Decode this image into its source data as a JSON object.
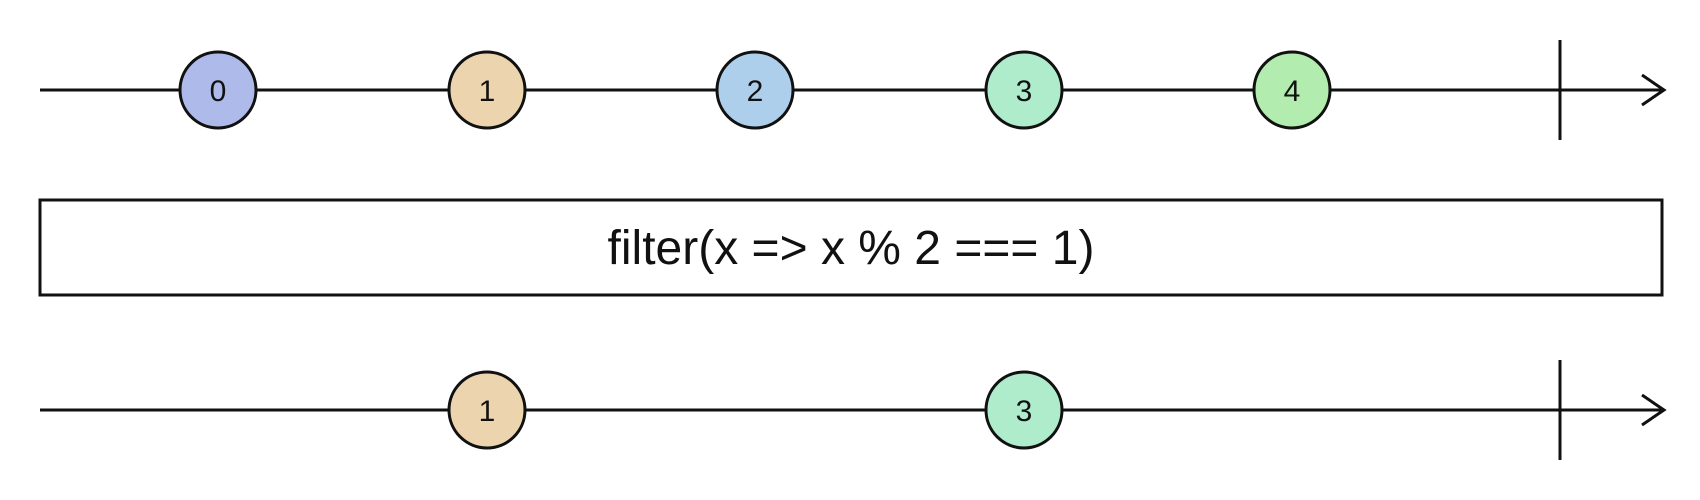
{
  "input_stream": {
    "marbles": [
      {
        "value": "0",
        "color": "#aebbea"
      },
      {
        "value": "1",
        "color": "#ecd4ae"
      },
      {
        "value": "2",
        "color": "#aecfec"
      },
      {
        "value": "3",
        "color": "#aeeccc"
      },
      {
        "value": "4",
        "color": "#b2ecae"
      }
    ]
  },
  "operator": {
    "label": "filter(x => x % 2 === 1)"
  },
  "output_stream": {
    "marbles": [
      {
        "value": "1",
        "color": "#ecd4ae"
      },
      {
        "value": "3",
        "color": "#aeeccc"
      }
    ]
  }
}
